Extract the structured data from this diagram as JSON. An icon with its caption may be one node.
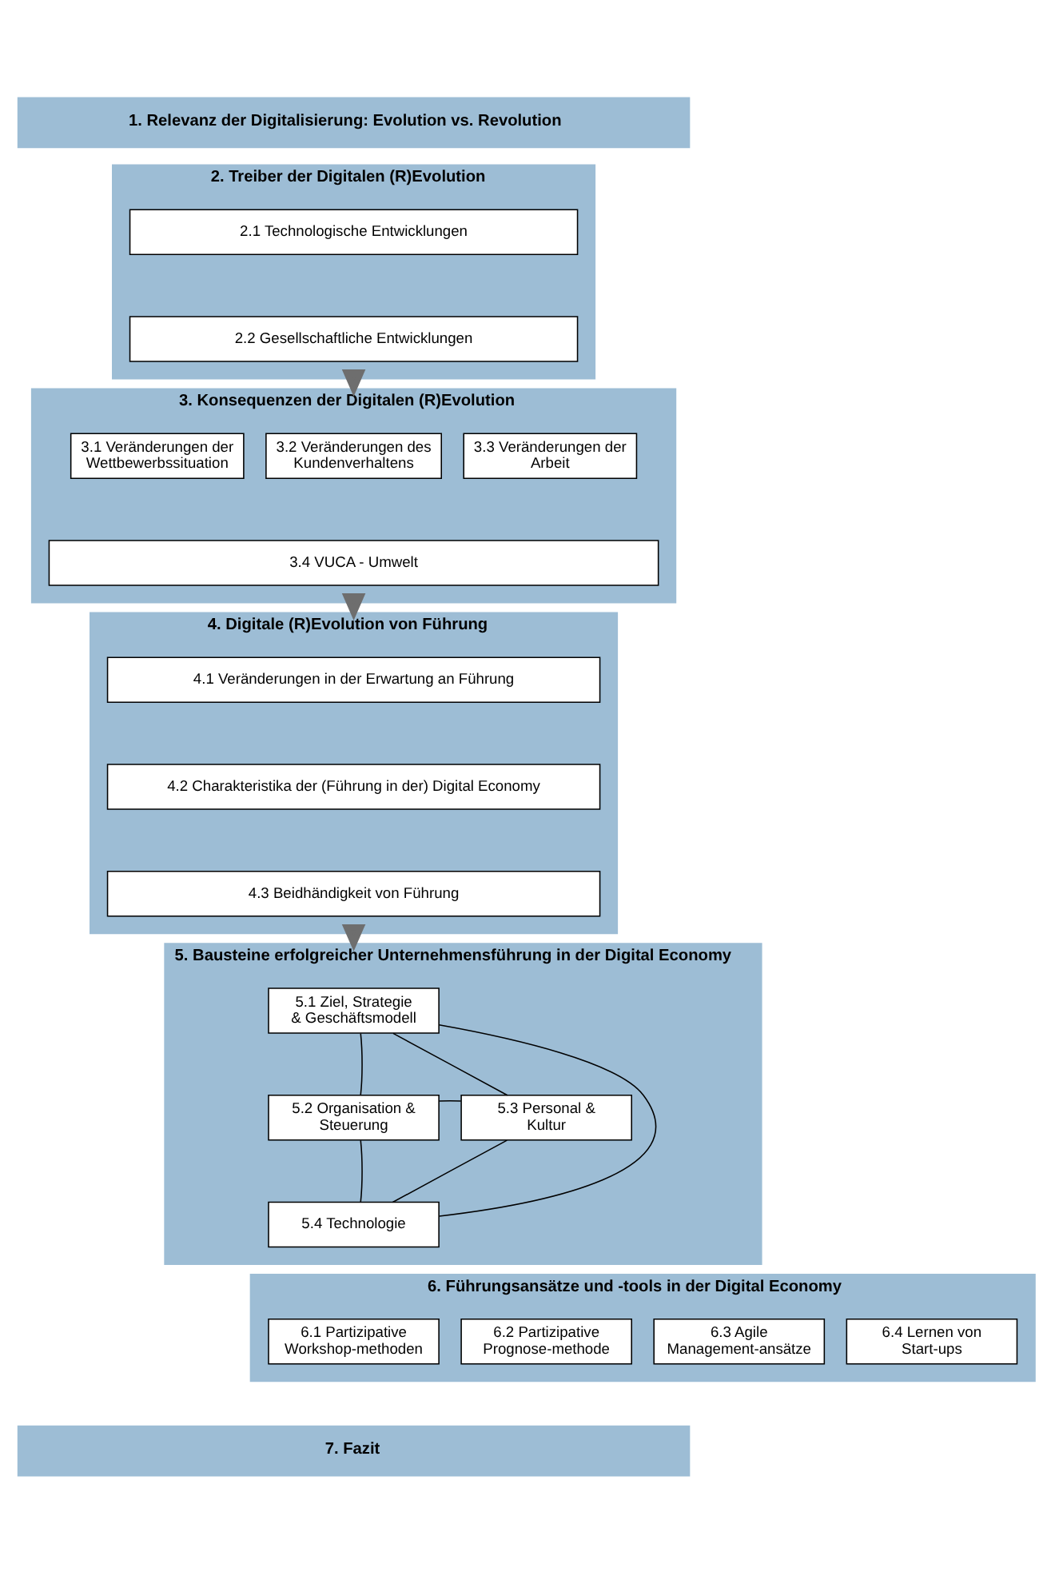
{
  "diagram": {
    "nodes": [
      {
        "text": [
          "1. Relevanz der Digitalisierung: Evolution vs. Revolution"
        ]
      },
      {
        "text": [
          "2. Treiber der Digitalen (R)Evolution"
        ]
      },
      {
        "text": [
          "2.1 Technologische Entwicklungen"
        ],
        "in": 1
      },
      {
        "text": [
          "2.2 Gesellschaftliche Entwicklungen"
        ],
        "in": 1
      },
      {
        "text": [
          "3. Konsequenzen der Digitalen (R)Evolution"
        ]
      },
      {
        "text": [
          "3.1 Veränderungen der Wettbewerbssituation"
        ],
        "in": 4
      },
      {
        "text": [
          "3.2 Veränderungen des Kundenverhaltens"
        ],
        "in": 4
      },
      {
        "text": [
          "3.3 Veränderungen der Arbeit"
        ],
        "in": 4
      },
      {
        "text": [
          "3.4 VUCA - Umwelt"
        ],
        "in": 4
      },
      {
        "text": [
          "4. Digitale (R)Evolution von Führung"
        ]
      },
      {
        "text": [
          "4.1 Veränderungen in der Erwartung an Führung"
        ],
        "in": 9
      },
      {
        "text": [
          "4.2 Charakteristika der (Führung in der) Digital Economy"
        ],
        "in": 9
      },
      {
        "text": [
          "4.3 Beidhändigkeit von Führung"
        ],
        "in": 9
      },
      {
        "text": [
          "5. Bausteine erfolgreicher Unternehmensführung in der Digital Economy"
        ]
      },
      {
        "text": [
          "5.1 Ziel, Strategie & Geschäftsmodell"
        ],
        "in": 13
      },
      {
        "text": [
          "5.2 Organisation & Steuerung"
        ],
        "in": 13
      },
      {
        "text": [
          "5.3 Personal & Kultur"
        ],
        "in": 13
      },
      {
        "text": [
          "5.4 Technologie"
        ],
        "in": 13
      },
      {
        "text": [
          "6. Führungsansätze und -tools in der Digital Economy"
        ]
      },
      {
        "text": [
          "6.1 Partizipative Workshop-methoden"
        ],
        "in": 18
      },
      {
        "text": [
          "6.2 Partizipative Prognose-methode"
        ],
        "in": 18
      },
      {
        "text": [
          "6.3 Agile Management-ansätze"
        ],
        "in": 18
      },
      {
        "text": [
          "6.4 Lernen von Start-ups"
        ],
        "in": 18
      },
      {
        "text": [
          "7. Fazit"
        ]
      }
    ],
    "edges": [
      {
        "from": 1,
        "to": 4,
        "arrow": "to",
        "style": "thick",
        "color": "#6e6e6e"
      },
      {
        "from": 4,
        "to": 9,
        "arrow": "to",
        "style": "thick",
        "color": "#6e6e6e"
      },
      {
        "from": 9,
        "to": 13,
        "arrow": "to",
        "style": "thick",
        "color": "#6e6e6e"
      },
      {
        "from": 14,
        "to": 15,
        "arrow": "none"
      },
      {
        "from": 14,
        "to": 16,
        "arrow": "none"
      },
      {
        "from": 14,
        "to": 17,
        "arrow": "none"
      },
      {
        "from": 15,
        "to": 16,
        "arrow": "none"
      },
      {
        "from": 15,
        "to": 17,
        "arrow": "none"
      },
      {
        "from": 16,
        "to": 17,
        "arrow": "none"
      }
    ]
  }
}
